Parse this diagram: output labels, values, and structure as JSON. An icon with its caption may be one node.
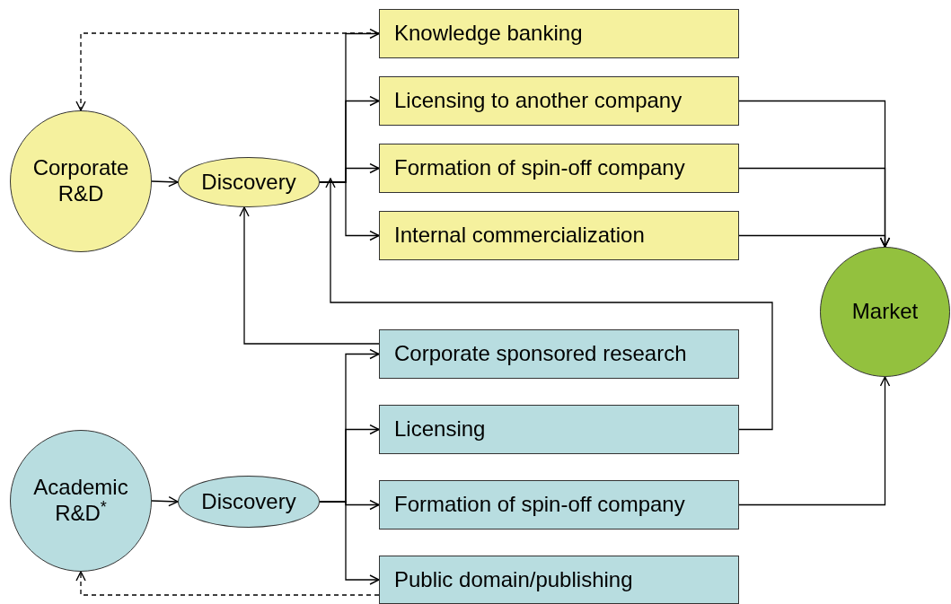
{
  "diagram": {
    "nodes": [
      {
        "text": [
          "Corporate R&D"
        ]
      },
      {
        "text": [
          "Discovery"
        ]
      },
      {
        "text": [
          "Knowledge banking"
        ]
      },
      {
        "text": [
          "Licensing to another company"
        ]
      },
      {
        "text": [
          "Formation of spin-off company"
        ]
      },
      {
        "text": [
          "Internal commercialization"
        ]
      },
      {
        "text": [
          "Market"
        ]
      },
      {
        "text": [
          "Corporate sponsored research"
        ]
      },
      {
        "text": [
          "Licensing"
        ]
      },
      {
        "text": [
          "Formation of spin-off company"
        ]
      },
      {
        "text": [
          "Public domain/publishing"
        ]
      },
      {
        "text": [
          "Academic R&D$^{*}$"
        ]
      },
      {
        "text": [
          "Discovery"
        ]
      }
    ],
    "edges": [
      {
        "from": 0,
        "to": 1,
        "arrow": "to"
      },
      {
        "from": 1,
        "to": 2,
        "arrow": "to"
      },
      {
        "from": 1,
        "to": 3,
        "arrow": "to"
      },
      {
        "from": 1,
        "to": 4,
        "arrow": "to"
      },
      {
        "from": 1,
        "to": 5,
        "arrow": "to"
      },
      {
        "from": 3,
        "to": 6,
        "arrow": "to"
      },
      {
        "from": 4,
        "to": 6,
        "arrow": "to"
      },
      {
        "from": 5,
        "to": 6,
        "arrow": "to"
      },
      {
        "from": 2,
        "to": 0,
        "arrow": "to",
        "style": "dashed"
      },
      {
        "from": 7,
        "to": 1,
        "arrow": "to"
      },
      {
        "from": 8,
        "to": 1,
        "arrow": "to"
      },
      {
        "from": 12,
        "to": 7,
        "arrow": "to"
      },
      {
        "from": 12,
        "to": 8,
        "arrow": "to"
      },
      {
        "from": 12,
        "to": 9,
        "arrow": "to"
      },
      {
        "from": 12,
        "to": 10,
        "arrow": "to"
      },
      {
        "from": 9,
        "to": 6,
        "arrow": "to"
      },
      {
        "from": 10,
        "to": 11,
        "arrow": "to",
        "style": "dashed"
      },
      {
        "from": 11,
        "to": 12,
        "arrow": "to"
      }
    ]
  }
}
